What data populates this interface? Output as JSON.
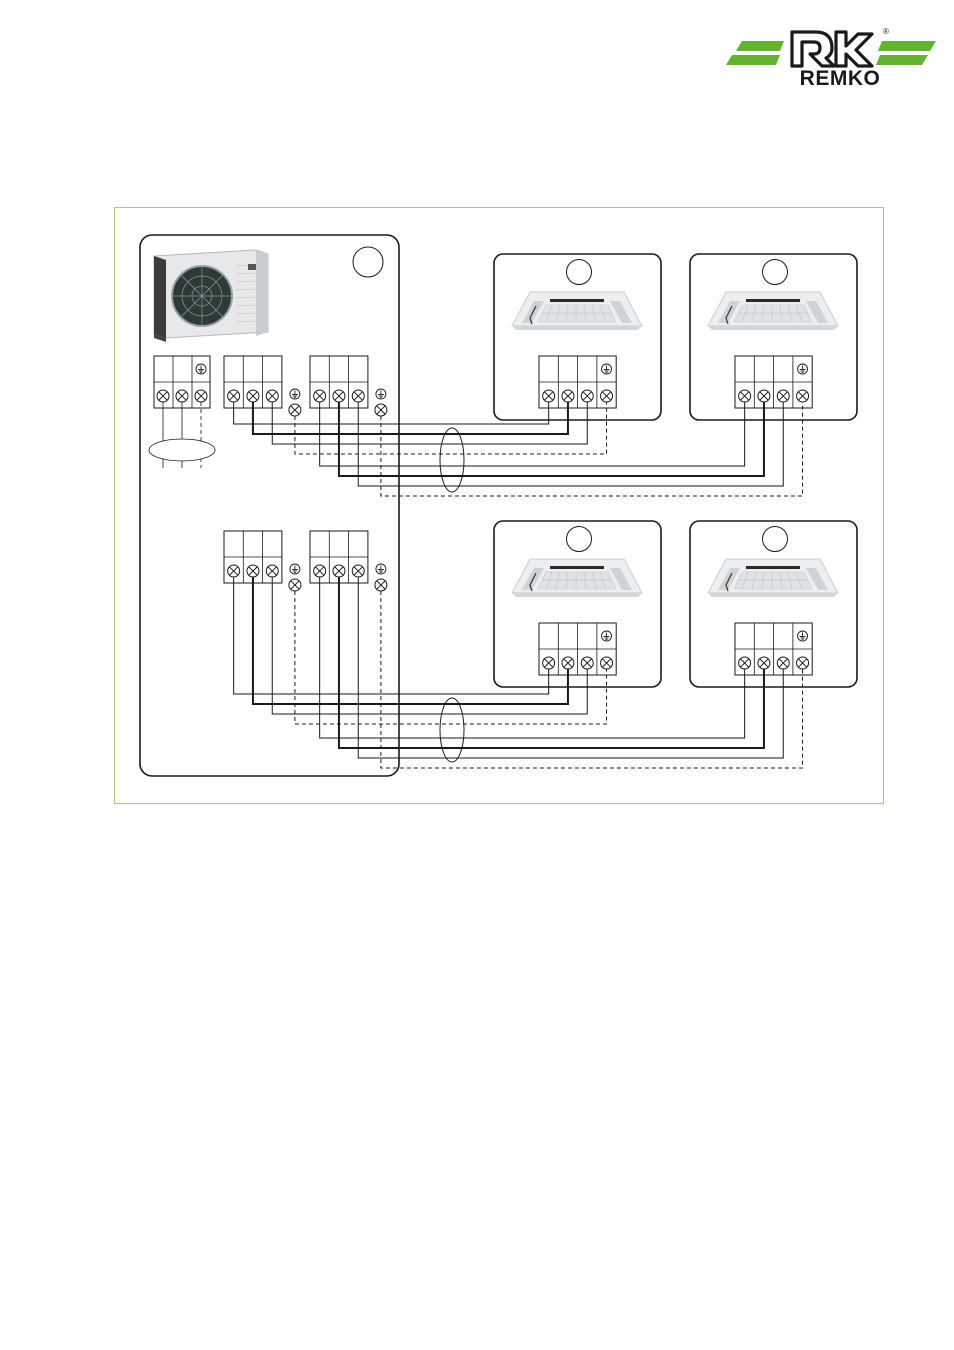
{
  "brand": {
    "name": "REMKO",
    "registered_mark": "®",
    "colors": {
      "green": "#63b32e",
      "frame": "#a6cf6e",
      "ink": "#1a1a1a"
    }
  },
  "diagram": {
    "outdoor_unit": {
      "icon": "outdoor-condenser-icon",
      "power_terminals": 3,
      "zone_groups": [
        {
          "terminal_blocks": [
            {
              "screws": 3,
              "has_earth": true
            },
            {
              "screws": 3,
              "has_earth": true
            }
          ]
        },
        {
          "terminal_blocks": [
            {
              "screws": 3,
              "has_earth": true
            },
            {
              "screws": 3,
              "has_earth": true
            }
          ]
        }
      ]
    },
    "indoor_units": [
      {
        "icon": "ceiling-cassette-icon",
        "terminals": 4,
        "has_earth": true
      },
      {
        "icon": "ceiling-cassette-icon",
        "terminals": 4,
        "has_earth": true
      },
      {
        "icon": "ceiling-cassette-icon",
        "terminals": 4,
        "has_earth": true
      },
      {
        "icon": "ceiling-cassette-icon",
        "terminals": 4,
        "has_earth": true
      }
    ],
    "symbols": {
      "terminal": "screw-terminal-icon",
      "earth": "earth-ground-icon",
      "cable_bundle": "cable-bundle-ellipse-icon"
    }
  }
}
